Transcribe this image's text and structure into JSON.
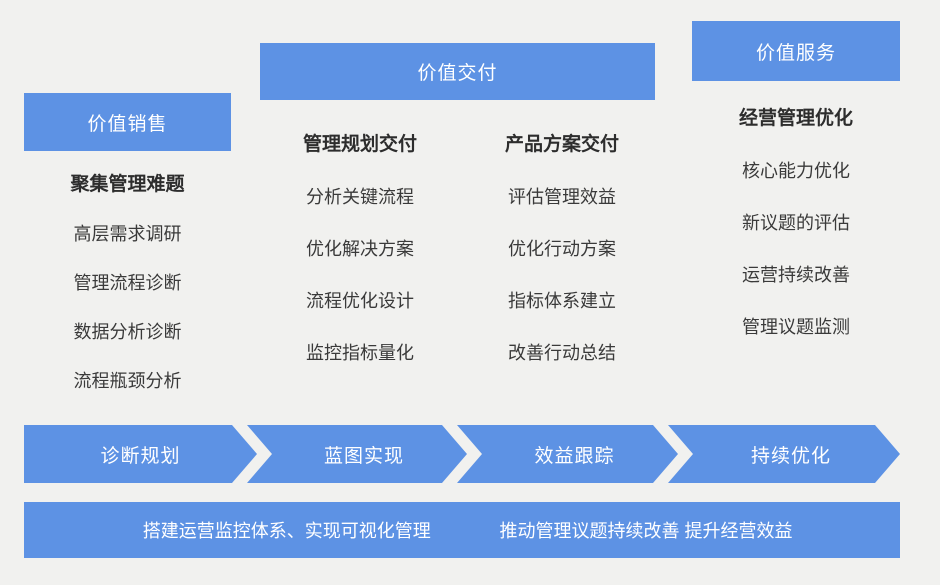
{
  "stages": [
    {
      "title": "价值销售"
    },
    {
      "title": "价值交付"
    },
    {
      "title": "价值服务"
    }
  ],
  "groups": [
    {
      "heading": "聚集管理难题",
      "items": [
        "高层需求调研",
        "管理流程诊断",
        "数据分析诊断",
        "流程瓶颈分析"
      ]
    },
    {
      "heading": "管理规划交付",
      "items": [
        "分析关键流程",
        "优化解决方案",
        "流程优化设计",
        "监控指标量化"
      ]
    },
    {
      "heading": "产品方案交付",
      "items": [
        "评估管理效益",
        "优化行动方案",
        "指标体系建立",
        "改善行动总结"
      ]
    },
    {
      "heading": "经营管理优化",
      "items": [
        "核心能力优化",
        "新议题的评估",
        "运营持续改善",
        "管理议题监测"
      ]
    }
  ],
  "process_steps": [
    {
      "label": "诊断规划"
    },
    {
      "label": "蓝图实现"
    },
    {
      "label": "效益跟踪"
    },
    {
      "label": "持续优化"
    }
  ],
  "footer": {
    "left_text": "搭建运营监控体系、实现可视化管理",
    "right_text": "推动管理议题持续改善 提升经营效益"
  },
  "colors": {
    "primary_blue": "#5D92E4",
    "background": "#F1F1EF",
    "text_dark": "#3A3A3A",
    "text_white": "#FFFFFF"
  }
}
